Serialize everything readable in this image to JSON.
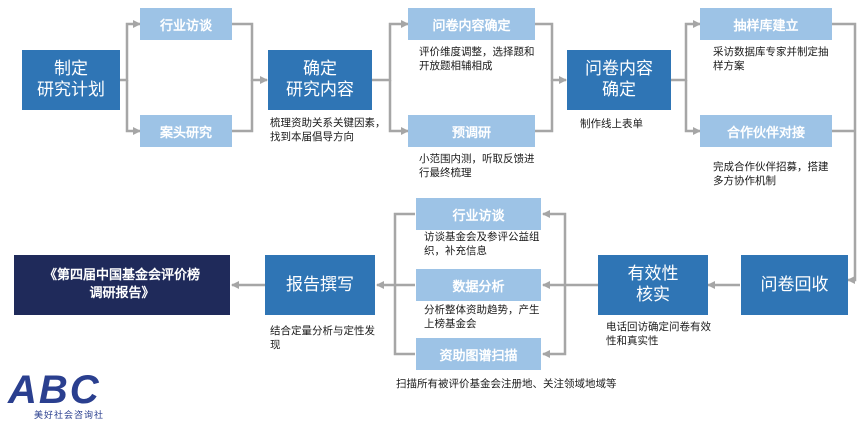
{
  "nodes": {
    "plan": "制定\n研究计划",
    "industry_interview_top": "行业访谈",
    "case_study": "案头研究",
    "confirm_content": "确定\n研究内容",
    "questionnaire_confirm": "问卷内容确定",
    "pretest": "预调研",
    "questionnaire_content": "问卷内容\n确定",
    "sample_build": "抽样库建立",
    "partner": "合作伙伴对接",
    "collect": "问卷回收",
    "validity": "有效性\n核实",
    "industry_interview_bottom": "行业访谈",
    "data_analysis": "数据分析",
    "graph_scan": "资助图谱扫描",
    "report_writing": "报告撰写",
    "report_title": "《第四届中国基金会评价榜\n调研报告》"
  },
  "notes": {
    "confirm_content": "梳理资助关系关键因素，找到本届倡导方向",
    "questionnaire_confirm": "评价维度调整，选择题和开放题相辅相成",
    "pretest": "小范围内测，听取反馈进行最终梳理",
    "questionnaire_content": "制作线上表单",
    "sample_build": "采访数据库专家并制定抽样方案",
    "partner": "完成合作伙伴招募，搭建多方协作机制",
    "industry_interview_bottom": "访谈基金会及参评公益组织，补充信息",
    "data_analysis": "分析整体资助趋势，产生上榜基金会",
    "graph_scan": "扫描所有被评价基金会注册地、关注领域地域等",
    "validity": "电话回访确定问卷有效性和真实性",
    "report_writing": "结合定量分析与定性发现"
  },
  "logo": {
    "text": "ABC",
    "subtitle": "美好社会咨询社"
  },
  "colors": {
    "dark_box": "#2f75b5",
    "light_box": "#9dc3e6",
    "title_box": "#1f2a5a",
    "arrow": "#a6a6a6"
  }
}
